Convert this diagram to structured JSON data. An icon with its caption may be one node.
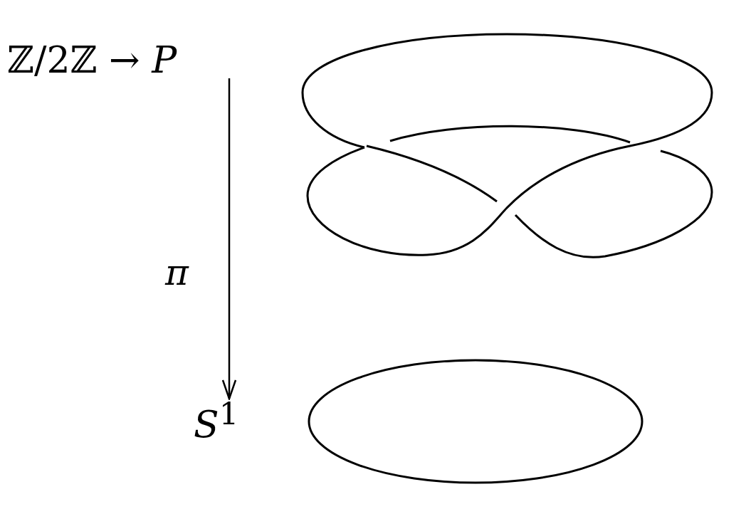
{
  "diagram": {
    "nodes": [
      {
        "text": [
          "ℤ/2ℤ → *P*"
        ]
      },
      {
        "text": [
          "*S*$^{1}$"
        ]
      }
    ],
    "edges": [
      {
        "from": 0,
        "to": 1,
        "arrow": "to",
        "label": "π"
      }
    ]
  }
}
